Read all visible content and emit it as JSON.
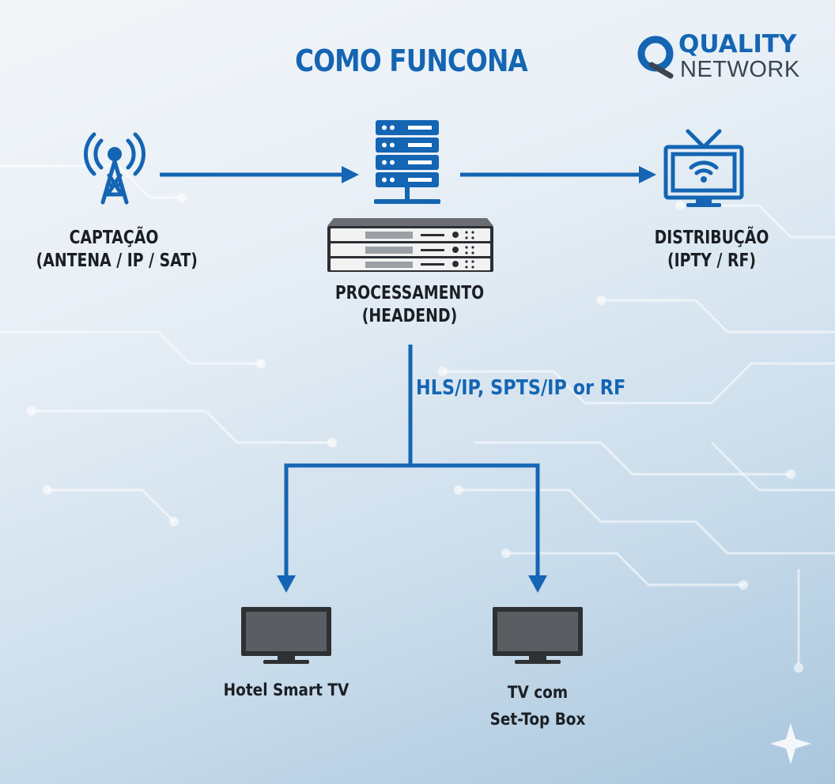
{
  "title": "COMO FUNCONA",
  "logo": {
    "line1": "QUALITY",
    "line2": "NETWORK"
  },
  "nodes": {
    "capture": {
      "line1": "CAPTAÇÃO",
      "line2": "(ANTENA / IP / SAT)",
      "icon": "antenna-tower-icon"
    },
    "processing": {
      "line1": "PROCESSAMENTO",
      "line2": "(HEADEND)",
      "icon": "server-rack-icon"
    },
    "distribution": {
      "line1": "DISTRIBUÇÃO",
      "line2": "(IPTY / RF)",
      "icon": "wifi-tv-icon"
    }
  },
  "protocol_label": "HLS/IP, SPTS/IP or RF",
  "outputs": [
    {
      "line1": "Hotel Smart TV",
      "line2": "",
      "icon": "tv-monitor-icon"
    },
    {
      "line1": "TV com",
      "line2": "Set-Top Box",
      "icon": "tv-monitor-icon"
    }
  ],
  "colors": {
    "accent": "#1465b3",
    "text": "#1b1f24",
    "tv_screen": "#5a5d61"
  }
}
